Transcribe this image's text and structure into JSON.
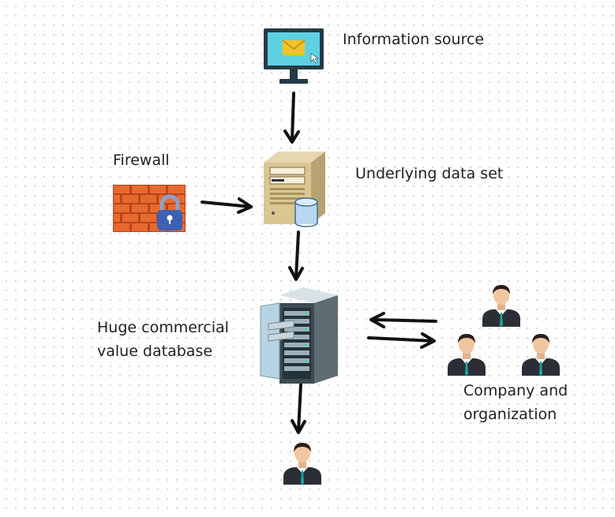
{
  "diagram": {
    "nodes": {
      "information_source": {
        "label": "Information source",
        "icon": "monitor-with-envelope-icon"
      },
      "firewall": {
        "label": "Firewall",
        "icon": "brick-wall-with-padlock-icon"
      },
      "underlying_data_set": {
        "label": "Underlying data set",
        "icon": "server-tower-with-database-icon"
      },
      "database": {
        "label_line1": "Huge commercial",
        "label_line2": "value database",
        "icon": "server-rack-icon"
      },
      "company": {
        "label_line1": "Company and",
        "label_line2": "organization",
        "icon": "group-of-people-icon"
      },
      "end_user": {
        "icon": "person-icon"
      }
    },
    "edges": [
      {
        "from": "Information source",
        "to": "Underlying data set"
      },
      {
        "from": "Firewall",
        "to": "Underlying data set"
      },
      {
        "from": "Underlying data set",
        "to": "Huge commercial value database"
      },
      {
        "from": "Company and organization",
        "to": "Huge commercial value database"
      },
      {
        "from": "Huge commercial value database",
        "to": "Company and organization"
      },
      {
        "from": "Huge commercial value database",
        "to": "end user"
      }
    ],
    "colors": {
      "brick": "#e8692e",
      "mortar": "#b8451c",
      "lock": "#3b62b3",
      "screen": "#5fd0e0",
      "monitor": "#263a45",
      "envelope": "#f5c22a",
      "suit": "#2b2f35",
      "tie": "#1ba3a0",
      "skin": "#f0c7a0",
      "arrow": "#111111"
    }
  }
}
